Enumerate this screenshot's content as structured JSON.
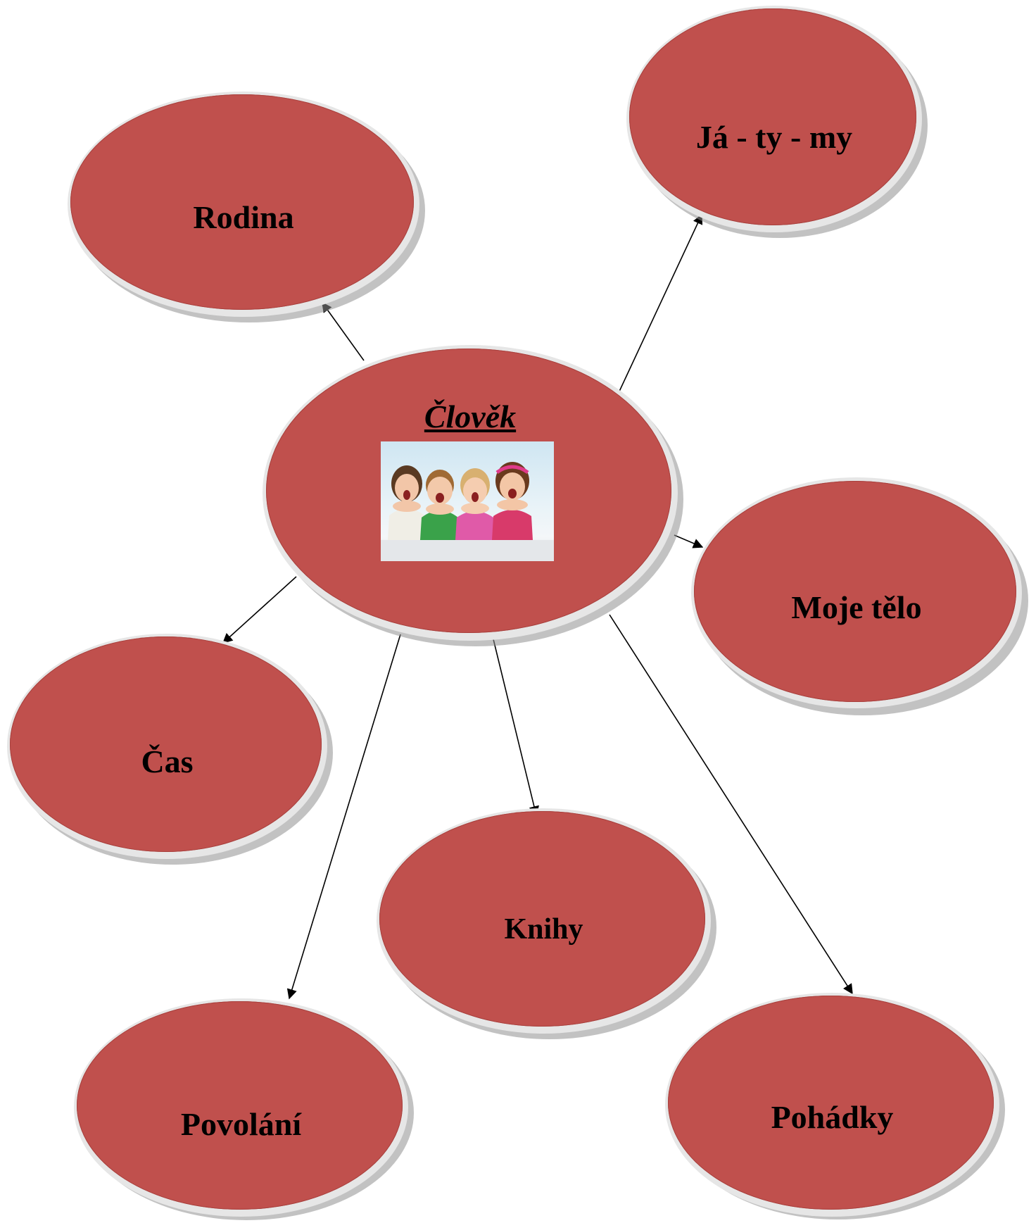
{
  "diagram": {
    "center": {
      "title": "Člověk",
      "photo_icon": "children-photo"
    },
    "topics": {
      "rodina": "Rodina",
      "ja_ty_my": "Já - ty - my",
      "moje_telo": "Moje tělo",
      "cas": "Čas",
      "knihy": "Knihy",
      "povolani": "Povolání",
      "pohadky": "Pohádky"
    },
    "colors": {
      "node_fill": "#c0504d",
      "rim": "#e6e6e6",
      "arrow": "#000000"
    }
  }
}
